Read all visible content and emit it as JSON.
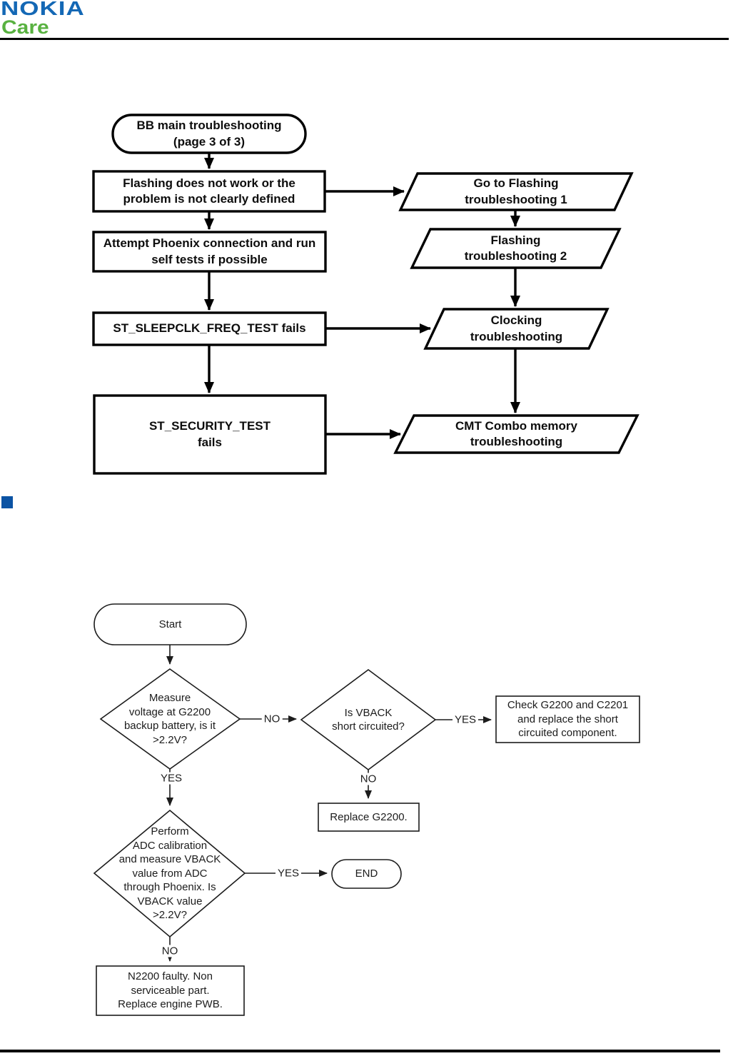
{
  "header": {
    "brand": "NOKIA",
    "care": "Care"
  },
  "colors": {
    "brand_blue": "#1468b5",
    "care_green": "#58b140",
    "section_marker_blue": "#0b53a4",
    "line_black": "#000000"
  },
  "bb_chart": {
    "terminal_start": "BB main troubleshooting\n(page 3 of 3)",
    "box_flashing": "Flashing does not work or the\nproblem is not clearly defined",
    "box_phoenix": "Attempt Phoenix connection and run\nself tests if possible",
    "box_sleepclk": "ST_SLEEPCLK_FREQ_TEST fails",
    "box_security": "ST_SECURITY_TEST\nfails",
    "ref_flashing1": "Go to Flashing\ntroubleshooting 1",
    "ref_flashing2": "Flashing\ntroubleshooting 2",
    "ref_clocking": "Clocking\ntroubleshooting",
    "ref_cmt": "CMT Combo memory\ntroubleshooting"
  },
  "vback_chart": {
    "terminal_start": "Start",
    "decision_voltage": "Measure\nvoltage at G2200\nbackup battery, is it\n>2.2V?",
    "decision_short": "Is VBACK\nshort circuited?",
    "box_check": "Check G2200 and C2201\nand replace the short\ncircuited component.",
    "box_replace": "Replace G2200.",
    "decision_adc": "Perform\nADC calibration\nand measure VBACK\nvalue from ADC\nthrough Phoenix. Is\nVBACK value\n>2.2V?",
    "terminal_end": "END",
    "box_n2200": "N2200 faulty. Non\nserviceable part.\nReplace engine PWB.",
    "yes_voltage": "YES",
    "no_voltage": "NO",
    "yes_short": "YES",
    "no_short": "NO",
    "yes_adc": "YES",
    "no_adc": "NO"
  }
}
